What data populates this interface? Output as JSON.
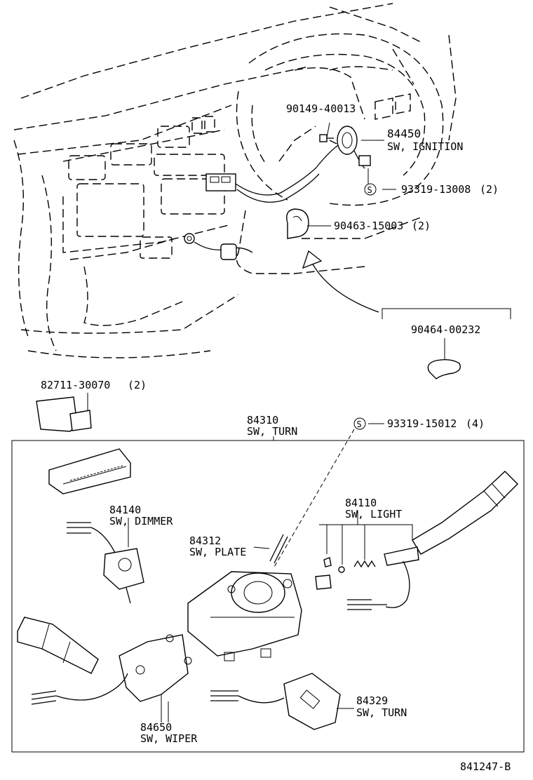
{
  "parts": {
    "p90149": {
      "number": "90149-40013"
    },
    "p84450": {
      "number": "84450",
      "name": "SW, IGNITION"
    },
    "p93319a": {
      "symbol": "S",
      "number": "93319-13008",
      "qty": "(2)"
    },
    "p90463": {
      "number": "90463-15003",
      "qty": "(2)"
    },
    "p90464": {
      "number": "90464-00232"
    },
    "p82711": {
      "number": "82711-30070",
      "qty": "(2)"
    },
    "p84310": {
      "number": "84310",
      "name": "SW, TURN"
    },
    "p93319b": {
      "symbol": "S",
      "number": "93319-15012",
      "qty": "(4)"
    },
    "p84140": {
      "number": "84140",
      "name": "SW, DIMMER"
    },
    "p84110": {
      "number": "84110",
      "name": "SW, LIGHT"
    },
    "p84312": {
      "number": "84312",
      "name": "SW, PLATE"
    },
    "p84650": {
      "number": "84650",
      "name": "SW, WIPER"
    },
    "p84329": {
      "number": "84329",
      "name": "SW, TURN"
    }
  },
  "figure_id": "841247-B",
  "colors": {
    "line": "#000000",
    "background": "#ffffff"
  }
}
